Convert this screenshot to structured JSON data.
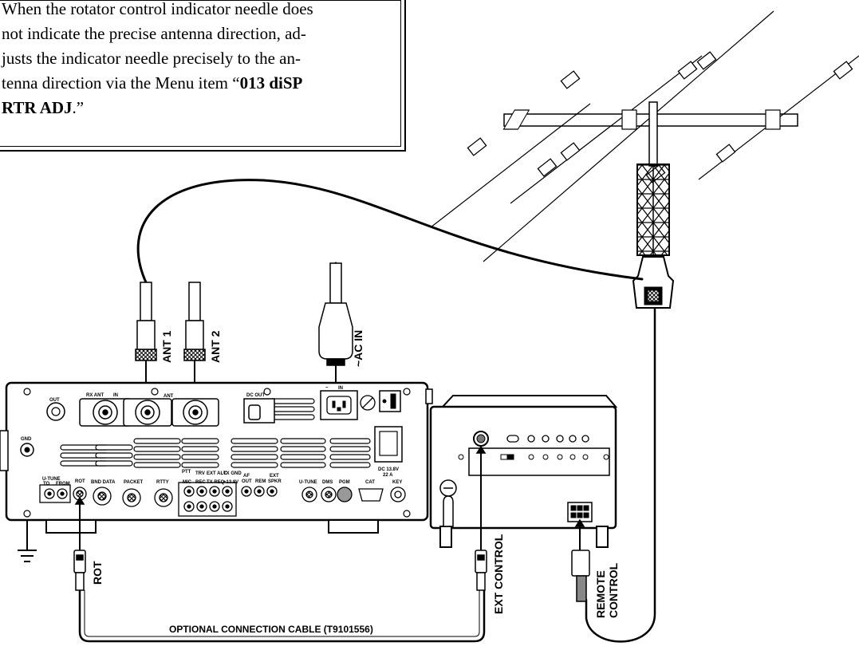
{
  "note": {
    "line1": "When the rotator control indicator needle does",
    "line2": "not indicate the precise antenna direction, ad-",
    "line3": "justs the indicator needle precisely to the an-",
    "line4_pre": "tenna direction via the Menu item “",
    "line4_bold": "013 diSP",
    "line5_bold": "RTR ADJ",
    "line5_post": ".”"
  },
  "connectors": {
    "ant1": "ANT 1",
    "ant2": "ANT 2",
    "ac_in": "~AC IN",
    "rot": "ROT",
    "ext_control": "EXT CONTROL",
    "remote_control_line1": "REMOTE",
    "remote_control_line2": "CONTROL"
  },
  "cable": {
    "label": "OPTIONAL CONNECTION CABLE (T9101556)"
  },
  "rear_panel": {
    "gnd": "GND",
    "out": "OUT",
    "rx_ant": "RX ANT",
    "in": "IN",
    "ant": "ANT",
    "dc_out": "DC OUT",
    "ac": "~",
    "ac_in_small": "IN",
    "u_tune": "U-TUNE",
    "to": "TO",
    "from": "FROM",
    "rot": "ROT",
    "bnd_data": "BND DATA",
    "packet": "PACKET",
    "rtty": "RTTY",
    "ptt": "PTT",
    "trv": "TRV",
    "ext_alc": "EXT ALC",
    "tx_gnd": "TX GND",
    "mic": "MIC",
    "rec": "REC",
    "tx_req": "TX REQ",
    "plus13v": "+13.8V",
    "af_out": "AF",
    "out2": "OUT",
    "rem": "REM",
    "ext_spkr": "EXT",
    "spkr": "SPKR",
    "u_tune2": "U-TUNE",
    "dms": "DMS",
    "pgm": "PGM",
    "cat": "CAT",
    "key": "KEY",
    "dc_in": "DC 13.8V",
    "dc_amp": "22 A"
  }
}
